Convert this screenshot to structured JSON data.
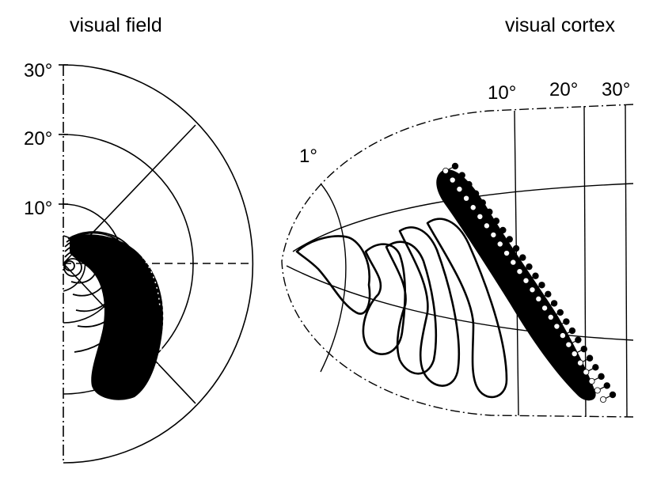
{
  "titles": {
    "visual_field": "visual field",
    "visual_cortex": "visual cortex"
  },
  "field_eccentricity_labels": [
    "30°",
    "20°",
    "10°"
  ],
  "cortex_eccentricity_labels": [
    "1°",
    "10°",
    "20°",
    "30°"
  ],
  "colors": {
    "ink": "#000000",
    "background": "#ffffff"
  }
}
